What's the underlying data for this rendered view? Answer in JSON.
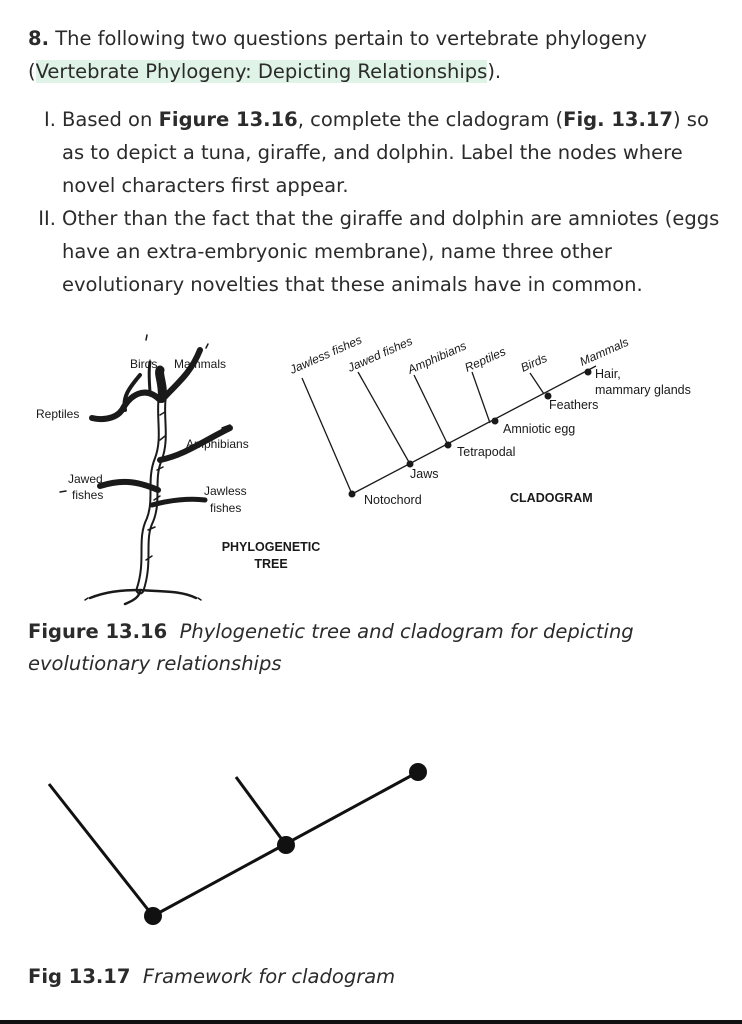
{
  "question": {
    "number": "8.",
    "intro": "The following two questions pertain to vertebrate phylogeny",
    "link_open": "(",
    "link_text": "Vertebrate Phylogeny: Depicting Relationships",
    "link_close": ")."
  },
  "items": [
    {
      "num": "I.",
      "t1": "Based on ",
      "b1": "Figure 13.16",
      "t2": ", complete the cladogram (",
      "b2": "Fig. 13.17",
      "t3": ") so as to depict a tuna, giraffe, and dolphin. Label the nodes where novel characters first appear."
    },
    {
      "num": "II.",
      "text": "Other than the fact that the giraffe and dolphin are amniotes (eggs have an extra-embryonic membrane), name three other evolutionary novelties that these animals have in common."
    }
  ],
  "tree": {
    "labels": {
      "birds": "Birds",
      "mammals": "Mammals",
      "reptiles": "Reptiles",
      "amphibians": "Amphibians",
      "jawed1": "Jawed",
      "jawed2": "fishes",
      "jawless1": "Jawless",
      "jawless2": "fishes"
    },
    "title1": "PHYLOGENETIC",
    "title2": "TREE"
  },
  "cladogram": {
    "taxa": [
      "Jawless fishes",
      "Jawed fishes",
      "Amphibians",
      "Reptiles",
      "Birds",
      "Mammals"
    ],
    "characters": {
      "notochord": "Notochord",
      "jaws": "Jaws",
      "tetrapodal": "Tetrapodal",
      "amniotic_egg": "Amniotic egg",
      "feathers": "Feathers",
      "hair1": "Hair,",
      "hair2": "mammary glands"
    },
    "title": "CLADOGRAM"
  },
  "figure_caption": {
    "label": "Figure 13.16",
    "text": "Phylogenetic tree and cladogram for depicting evolutionary relationships"
  },
  "framework_caption": {
    "label": "Fig 13.17",
    "text": "Framework for cladogram"
  }
}
